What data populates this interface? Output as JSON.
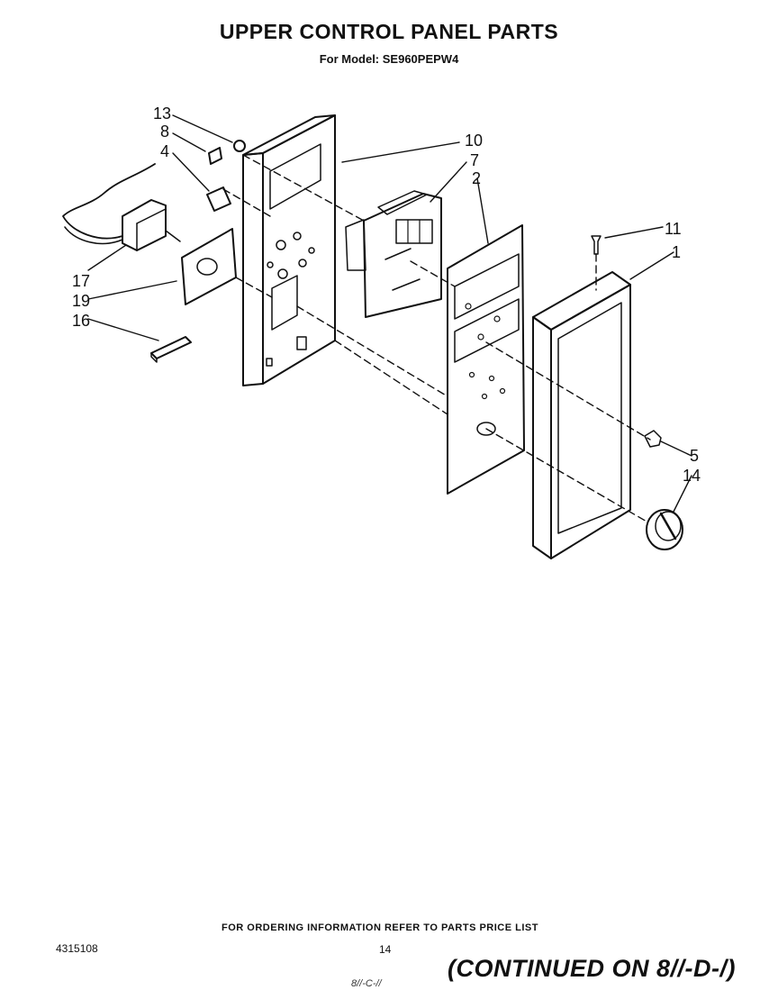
{
  "header": {
    "title": "UPPER CONTROL PANEL PARTS",
    "subtitle": "For Model: SE960PEPW4"
  },
  "callouts": [
    "13",
    "8",
    "4",
    "10",
    "7",
    "2",
    "11",
    "1",
    "17",
    "19",
    "16",
    "5",
    "14"
  ],
  "footer": {
    "ordering_note": "FOR ORDERING INFORMATION REFER TO PARTS PRICE LIST",
    "doc_number": "4315108",
    "page_number": "14",
    "continued": "(CONTINUED ON 8//-D-/)",
    "handwritten": "8//-C-//"
  }
}
